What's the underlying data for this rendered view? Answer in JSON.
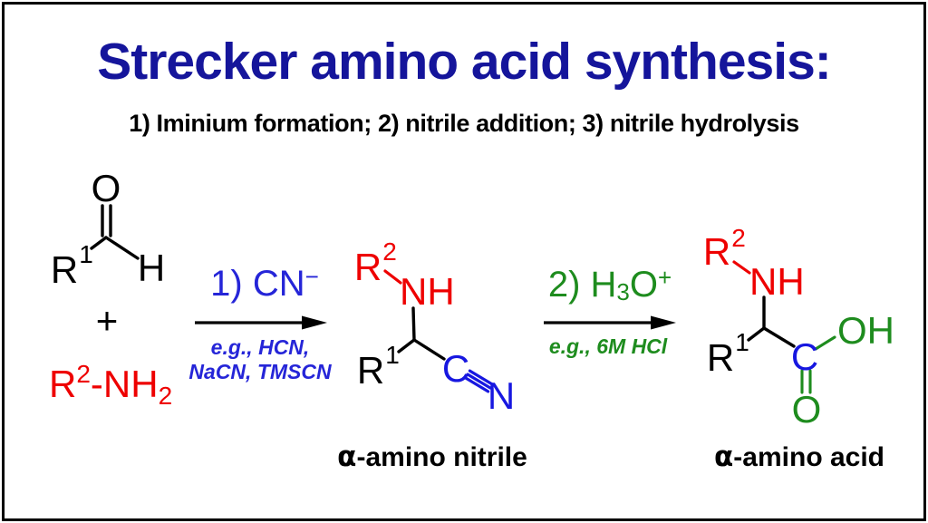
{
  "colors": {
    "background": "#ffffff",
    "border": "#000000",
    "title_navy": "#15159b",
    "text_black": "#000000",
    "structure_red": "#ee0000",
    "structure_blue": "#1717e0",
    "reagent_blue": "#2525d8",
    "green": "#1e8c1e"
  },
  "title": {
    "text": "Strecker amino acid synthesis:"
  },
  "subtitle": {
    "text": "1) Iminium formation; 2) nitrile addition; 3) nitrile hydrolysis"
  },
  "scheme": {
    "aldehyde": {
      "O": "O",
      "R": "R",
      "R_sup": "1",
      "H": "H"
    },
    "plus": "+",
    "amine": {
      "R": "R",
      "R_sup": "2",
      "bridge": "-NH",
      "N_sub": "2"
    },
    "step1": {
      "reagent": "1) CN",
      "reagent_sup": "−",
      "note_line1": "e.g., HCN,",
      "note_line2": "NaCN, TMSCN"
    },
    "step2": {
      "reagent_pre": "2) H",
      "reagent_sub": "3",
      "reagent_o": "O",
      "reagent_sup": "+",
      "note": "e.g., 6M HCl"
    },
    "nitrile": {
      "R2": "R",
      "R2_sup": "2",
      "NH": "NH",
      "R1": "R",
      "R1_sup": "1",
      "C": "C",
      "N": "N",
      "label_alpha": "α",
      "label_rest": "-amino nitrile"
    },
    "acid": {
      "R2": "R",
      "R2_sup": "2",
      "NH": "NH",
      "R1": "R",
      "R1_sup": "1",
      "C": "C",
      "OH": "OH",
      "O": "O",
      "label_alpha": "α",
      "label_rest": "-amino acid"
    }
  }
}
